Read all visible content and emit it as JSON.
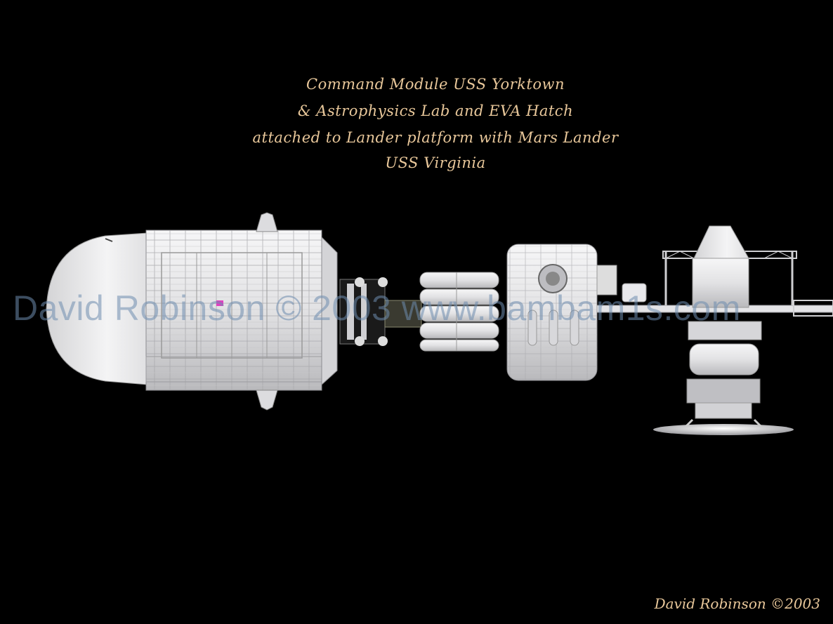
{
  "caption": {
    "line1": "Command Module USS Yorktown",
    "line2": "& Astrophysics Lab and EVA Hatch",
    "line3": "attached to Lander platform with Mars Lander",
    "line4": "USS Virginia"
  },
  "watermark": "David Robinson © 2003 www.bambam1s.com",
  "signature": "David Robinson ©2003",
  "colors": {
    "background": "#000000",
    "caption": "#e8c79a",
    "hull": "#e9e9ea",
    "watermark": "#6e8caf"
  }
}
